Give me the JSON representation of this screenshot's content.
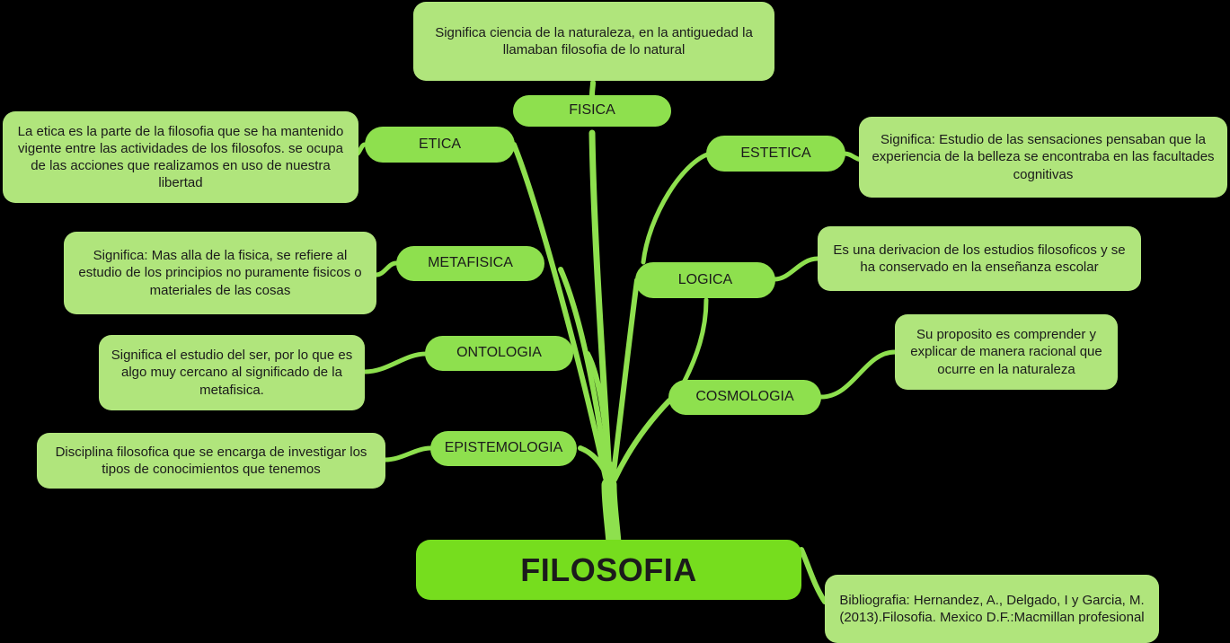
{
  "diagram": {
    "title": "FILOSOFIA",
    "type": "mind-map",
    "background_color": "#000000",
    "colors": {
      "root": "#76dd1e",
      "branch": "#8ee04e",
      "leaf": "#b0e57c",
      "connector": "#8ee04e",
      "text": "#1b1b1b"
    }
  },
  "root": {
    "label": "FILOSOFIA"
  },
  "branches": [
    {
      "id": "fisica",
      "label": "FISICA"
    },
    {
      "id": "etica",
      "label": "ETICA"
    },
    {
      "id": "estetica",
      "label": "ESTETICA"
    },
    {
      "id": "metafisica",
      "label": "METAFISICA"
    },
    {
      "id": "logica",
      "label": "LOGICA"
    },
    {
      "id": "ontologia",
      "label": "ONTOLOGIA"
    },
    {
      "id": "cosmologia",
      "label": "COSMOLOGIA"
    },
    {
      "id": "epistemologia",
      "label": "EPISTEMOLOGIA"
    }
  ],
  "descriptions": [
    {
      "id": "fisica-desc",
      "parent": "fisica",
      "text": "Significa ciencia de la naturaleza, en la antiguedad la llamaban filosofia de lo natural"
    },
    {
      "id": "etica-desc",
      "parent": "etica",
      "text": "La etica es la parte de la filosofia que se ha mantenido vigente entre las actividades de los filosofos. se ocupa de las acciones que realizamos en uso de nuestra libertad"
    },
    {
      "id": "estetica-desc",
      "parent": "estetica",
      "text": "Significa: Estudio de las sensaciones pensaban que la experiencia de la belleza se encontraba en las facultades cognitivas"
    },
    {
      "id": "metafisica-desc",
      "parent": "metafisica",
      "text": "Significa: Mas alla de la fisica, se refiere al estudio de los principios no puramente fisicos o materiales de las cosas"
    },
    {
      "id": "logica-desc",
      "parent": "logica",
      "text": "Es una derivacion de los estudios filosoficos y se ha conservado en la enseñanza escolar"
    },
    {
      "id": "ontologia-desc",
      "parent": "ontologia",
      "text": "Significa el estudio del ser, por lo que es algo muy cercano al significado de la metafisica."
    },
    {
      "id": "cosmologia-desc",
      "parent": "cosmologia",
      "text": "Su proposito es comprender y explicar de manera racional que ocurre en la naturaleza"
    },
    {
      "id": "epistemologia-desc",
      "parent": "epistemologia",
      "text": "Disciplina filosofica que se encarga de investigar los tipos de conocimientos que tenemos"
    }
  ],
  "bibliography": {
    "text": "Bibliografia: Hernandez, A., Delgado, I y Garcia, M.(2013).Filosofia. Mexico D.F.:Macmillan profesional"
  }
}
